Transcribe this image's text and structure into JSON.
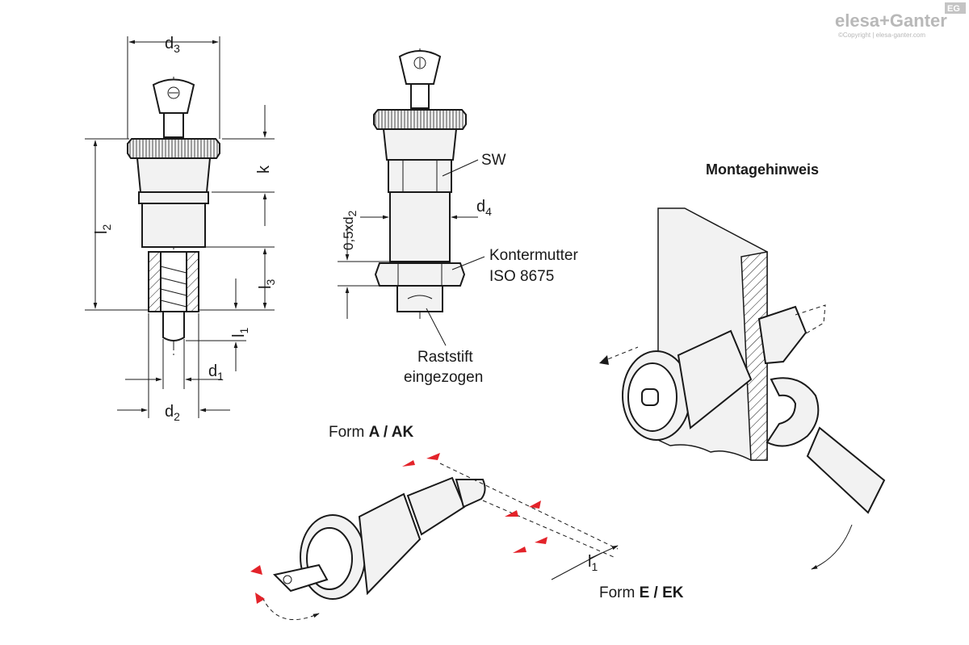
{
  "brand": {
    "logo_text": "elesa+Ganter",
    "badge": "EG",
    "copyright": "©Copyright | elesa-ganter.com"
  },
  "dimensions": {
    "d3": {
      "main": "d",
      "sub": "3"
    },
    "k": {
      "main": "k"
    },
    "l2": {
      "main": "l",
      "sub": "2"
    },
    "l3": {
      "main": "l",
      "sub": "3"
    },
    "l1": {
      "main": "l",
      "sub": "1"
    },
    "d1": {
      "main": "d",
      "sub": "1"
    },
    "d2": {
      "main": "d",
      "sub": "2"
    },
    "sw": "SW",
    "d4": {
      "main": "d",
      "sub": "4"
    },
    "half_d2": {
      "main": "0,5xd",
      "sub": "2"
    },
    "l1_form": {
      "main": "l",
      "sub": "1"
    }
  },
  "callouts": {
    "locknut_line1": "Kontermutter",
    "locknut_line2": "ISO 8675",
    "pin_line1": "Raststift",
    "pin_line2": "eingezogen"
  },
  "headings": {
    "mounting": "Montagehinweis"
  },
  "forms": {
    "form_a_prefix": "Form ",
    "form_a_bold": "A / AK",
    "form_e_prefix": "Form ",
    "form_e_bold": "E / EK"
  },
  "colors": {
    "line": "#1a1a1a",
    "marker_red": "#e3232a",
    "brand_grey": "#b8b8b8"
  }
}
